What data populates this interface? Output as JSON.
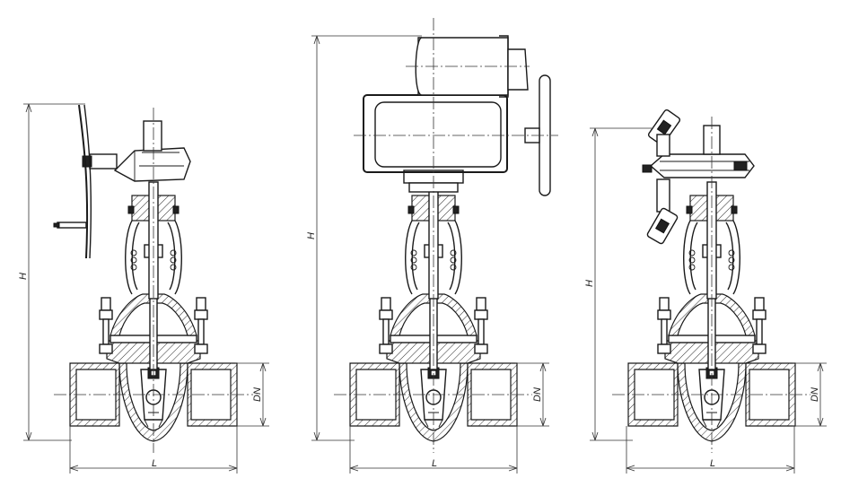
{
  "views": [
    {
      "id": "handwheel",
      "labels": {
        "height": "H",
        "length": "L",
        "nominal": "DN"
      }
    },
    {
      "id": "electric-actuator",
      "labels": {
        "height": "H",
        "length": "L",
        "nominal": "DN"
      }
    },
    {
      "id": "gear-chain",
      "labels": {
        "height": "H",
        "length": "L",
        "nominal": "DN"
      }
    }
  ],
  "colors": {
    "line": "#1a1a1a",
    "background": "#ffffff"
  }
}
